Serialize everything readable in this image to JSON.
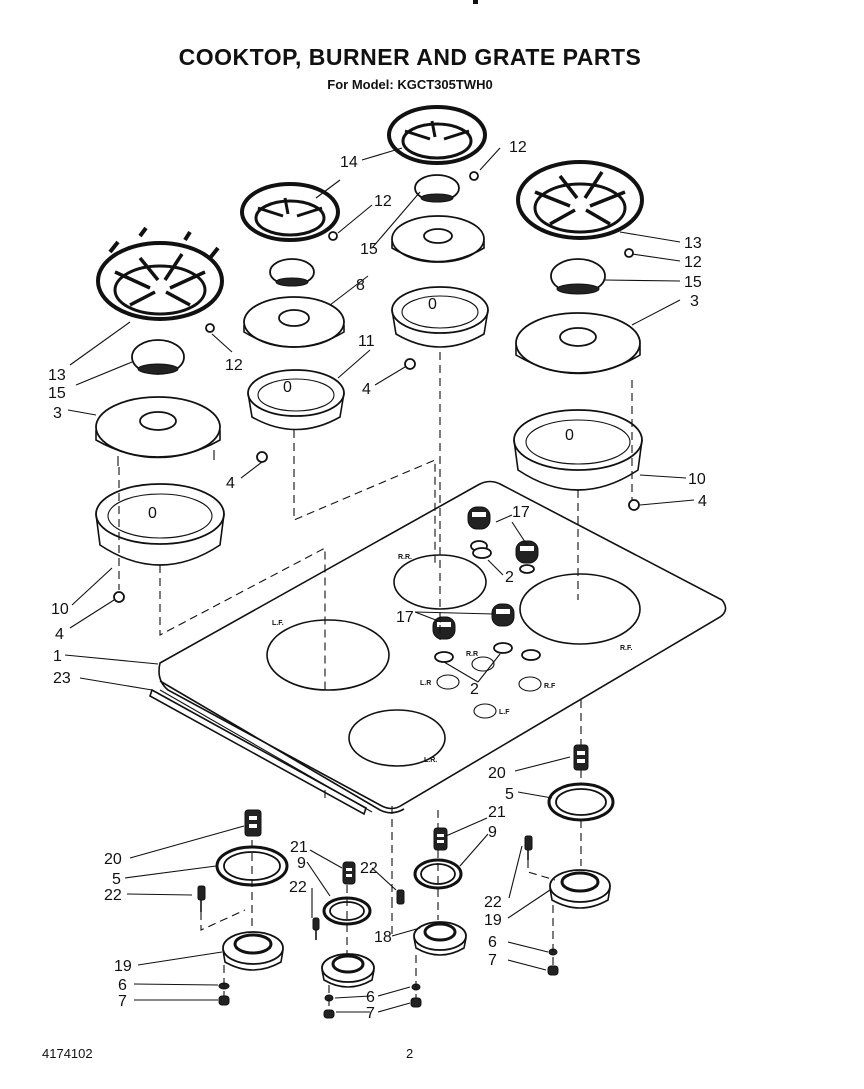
{
  "header": {
    "title": "COOKTOP, BURNER AND GRATE PARTS",
    "model": "For Model: KGCT305TWH0"
  },
  "footer": {
    "doc_number": "4174102",
    "page_number": "2"
  },
  "burner_marks": {
    "lf": "L.F.",
    "rr": "R.R.",
    "rf": "R.F.",
    "lr": "L.R."
  },
  "knob_marks": {
    "lr": "L.R",
    "rr": "R.R",
    "rf": "R.F",
    "lf": "L.F"
  },
  "callouts": [
    "1",
    "2",
    "2",
    "3",
    "3",
    "4",
    "4",
    "4",
    "4",
    "5",
    "5",
    "6",
    "6",
    "6",
    "7",
    "7",
    "7",
    "8",
    "9",
    "9",
    "10",
    "10",
    "11",
    "12",
    "12",
    "12",
    "12",
    "13",
    "13",
    "14",
    "15",
    "15",
    "15",
    "17",
    "17",
    "18",
    "19",
    "19",
    "20",
    "20",
    "21",
    "21",
    "22",
    "22",
    "22",
    "22",
    "23"
  ]
}
